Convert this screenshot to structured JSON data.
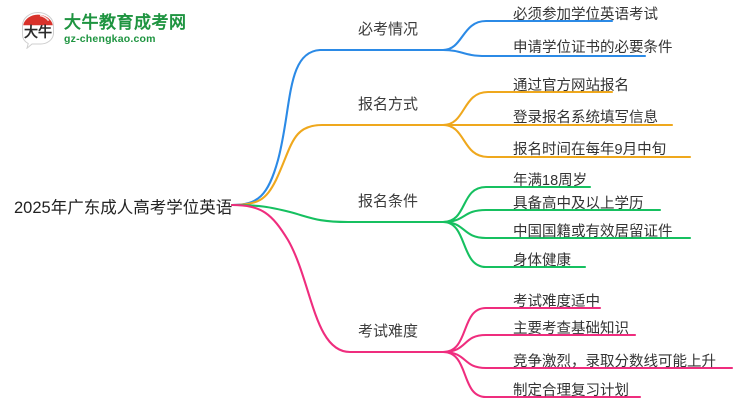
{
  "logo": {
    "mark_name": "daniu-speech-bubble-logo",
    "title": "大牛教育成考网",
    "domain": "gz-chengkao.com",
    "brand_green": "#1e9440",
    "brand_red": "#d8312a"
  },
  "mindmap": {
    "root": "2025年广东成人高考学位英语",
    "branches": [
      {
        "label": "必考情况",
        "color": "#2b8ae6",
        "leaves": [
          "必须参加学位英语考试",
          "申请学位证书的必要条件"
        ]
      },
      {
        "label": "报名方式",
        "color": "#efa81d",
        "leaves": [
          "通过官方网站报名",
          "登录报名系统填写信息",
          "报名时间在每年9月中旬"
        ]
      },
      {
        "label": "报名条件",
        "color": "#16c060",
        "leaves": [
          "年满18周岁",
          "具备高中及以上学历",
          "中国国籍或有效居留证件",
          "身体健康"
        ]
      },
      {
        "label": "考试难度",
        "color": "#ef2d7e",
        "leaves": [
          "考试难度适中",
          "主要考查基础知识",
          "竞争激烈，录取分数线可能上升",
          "制定合理复习计划"
        ]
      }
    ]
  }
}
